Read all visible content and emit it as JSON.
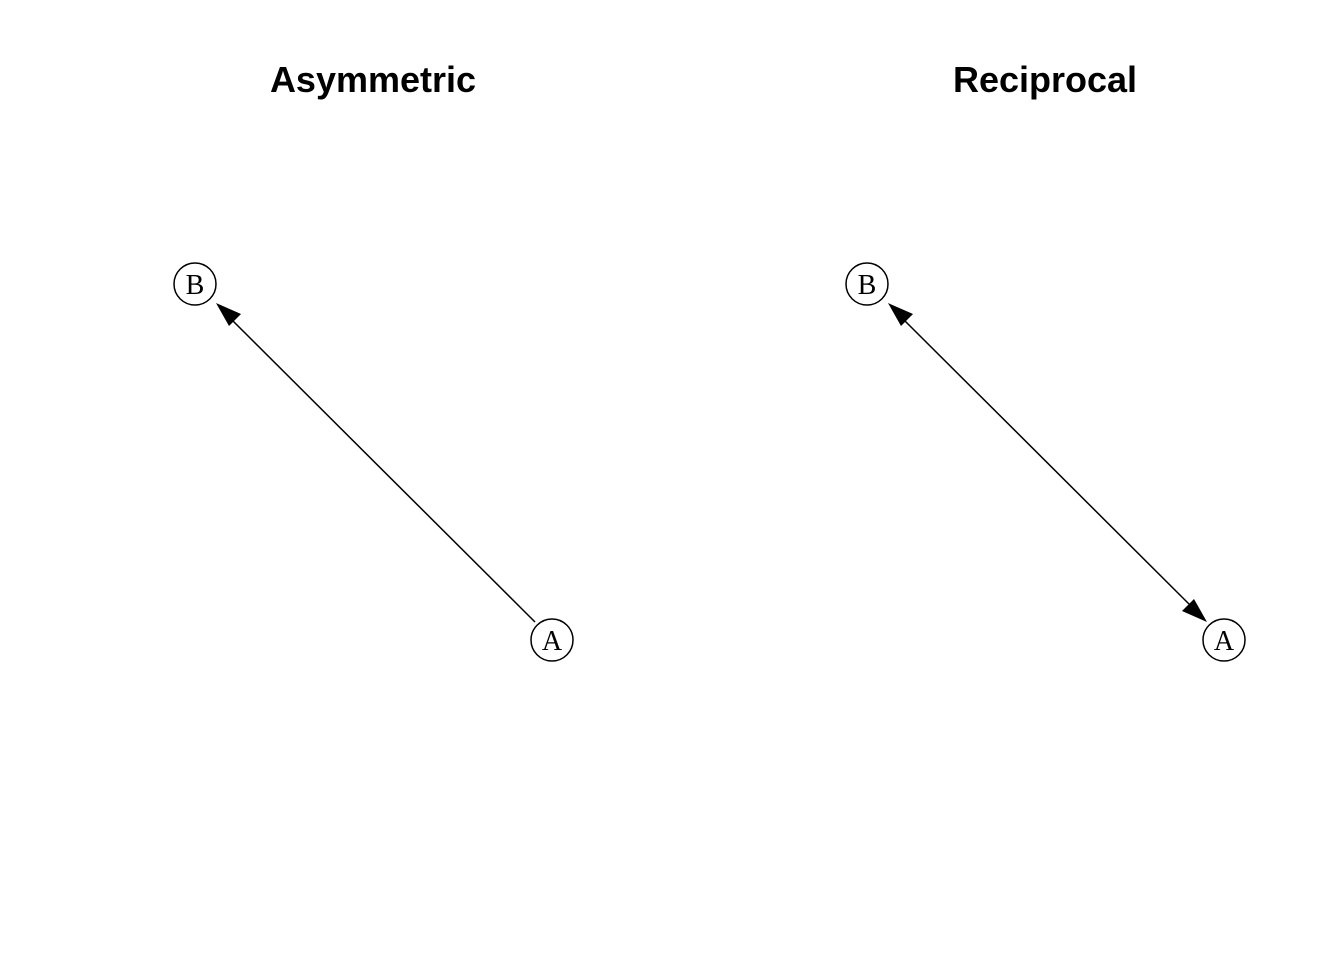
{
  "panels": [
    {
      "title": "Asymmetric",
      "nodes": [
        {
          "id": "B",
          "label": "B"
        },
        {
          "id": "A",
          "label": "A"
        }
      ],
      "edges": [
        {
          "from": "A",
          "to": "B",
          "directed": "forward"
        }
      ]
    },
    {
      "title": "Reciprocal",
      "nodes": [
        {
          "id": "B",
          "label": "B"
        },
        {
          "id": "A",
          "label": "A"
        }
      ],
      "edges": [
        {
          "from": "A",
          "to": "B",
          "directed": "both"
        }
      ]
    }
  ],
  "colors": {
    "background": "#ffffff",
    "stroke": "#000000"
  }
}
